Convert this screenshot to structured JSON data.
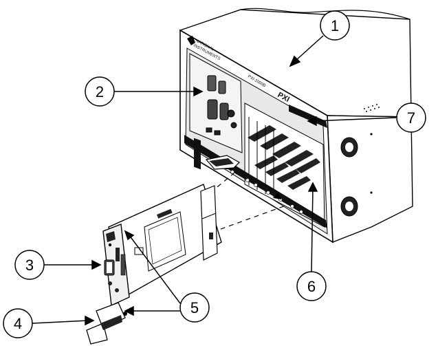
{
  "diagram": {
    "callouts": [
      {
        "id": "1",
        "label": "1"
      },
      {
        "id": "2",
        "label": "2"
      },
      {
        "id": "3",
        "label": "3"
      },
      {
        "id": "4",
        "label": "4"
      },
      {
        "id": "5",
        "label": "5"
      },
      {
        "id": "6",
        "label": "6"
      },
      {
        "id": "7",
        "label": "7"
      }
    ],
    "chassis": {
      "brand_line1": "NATIONAL",
      "brand_line2": "INSTRUMENTS",
      "model": "PXI-1000B",
      "bus_label": "PXI"
    },
    "module": {
      "bus_label": "PXI"
    }
  }
}
